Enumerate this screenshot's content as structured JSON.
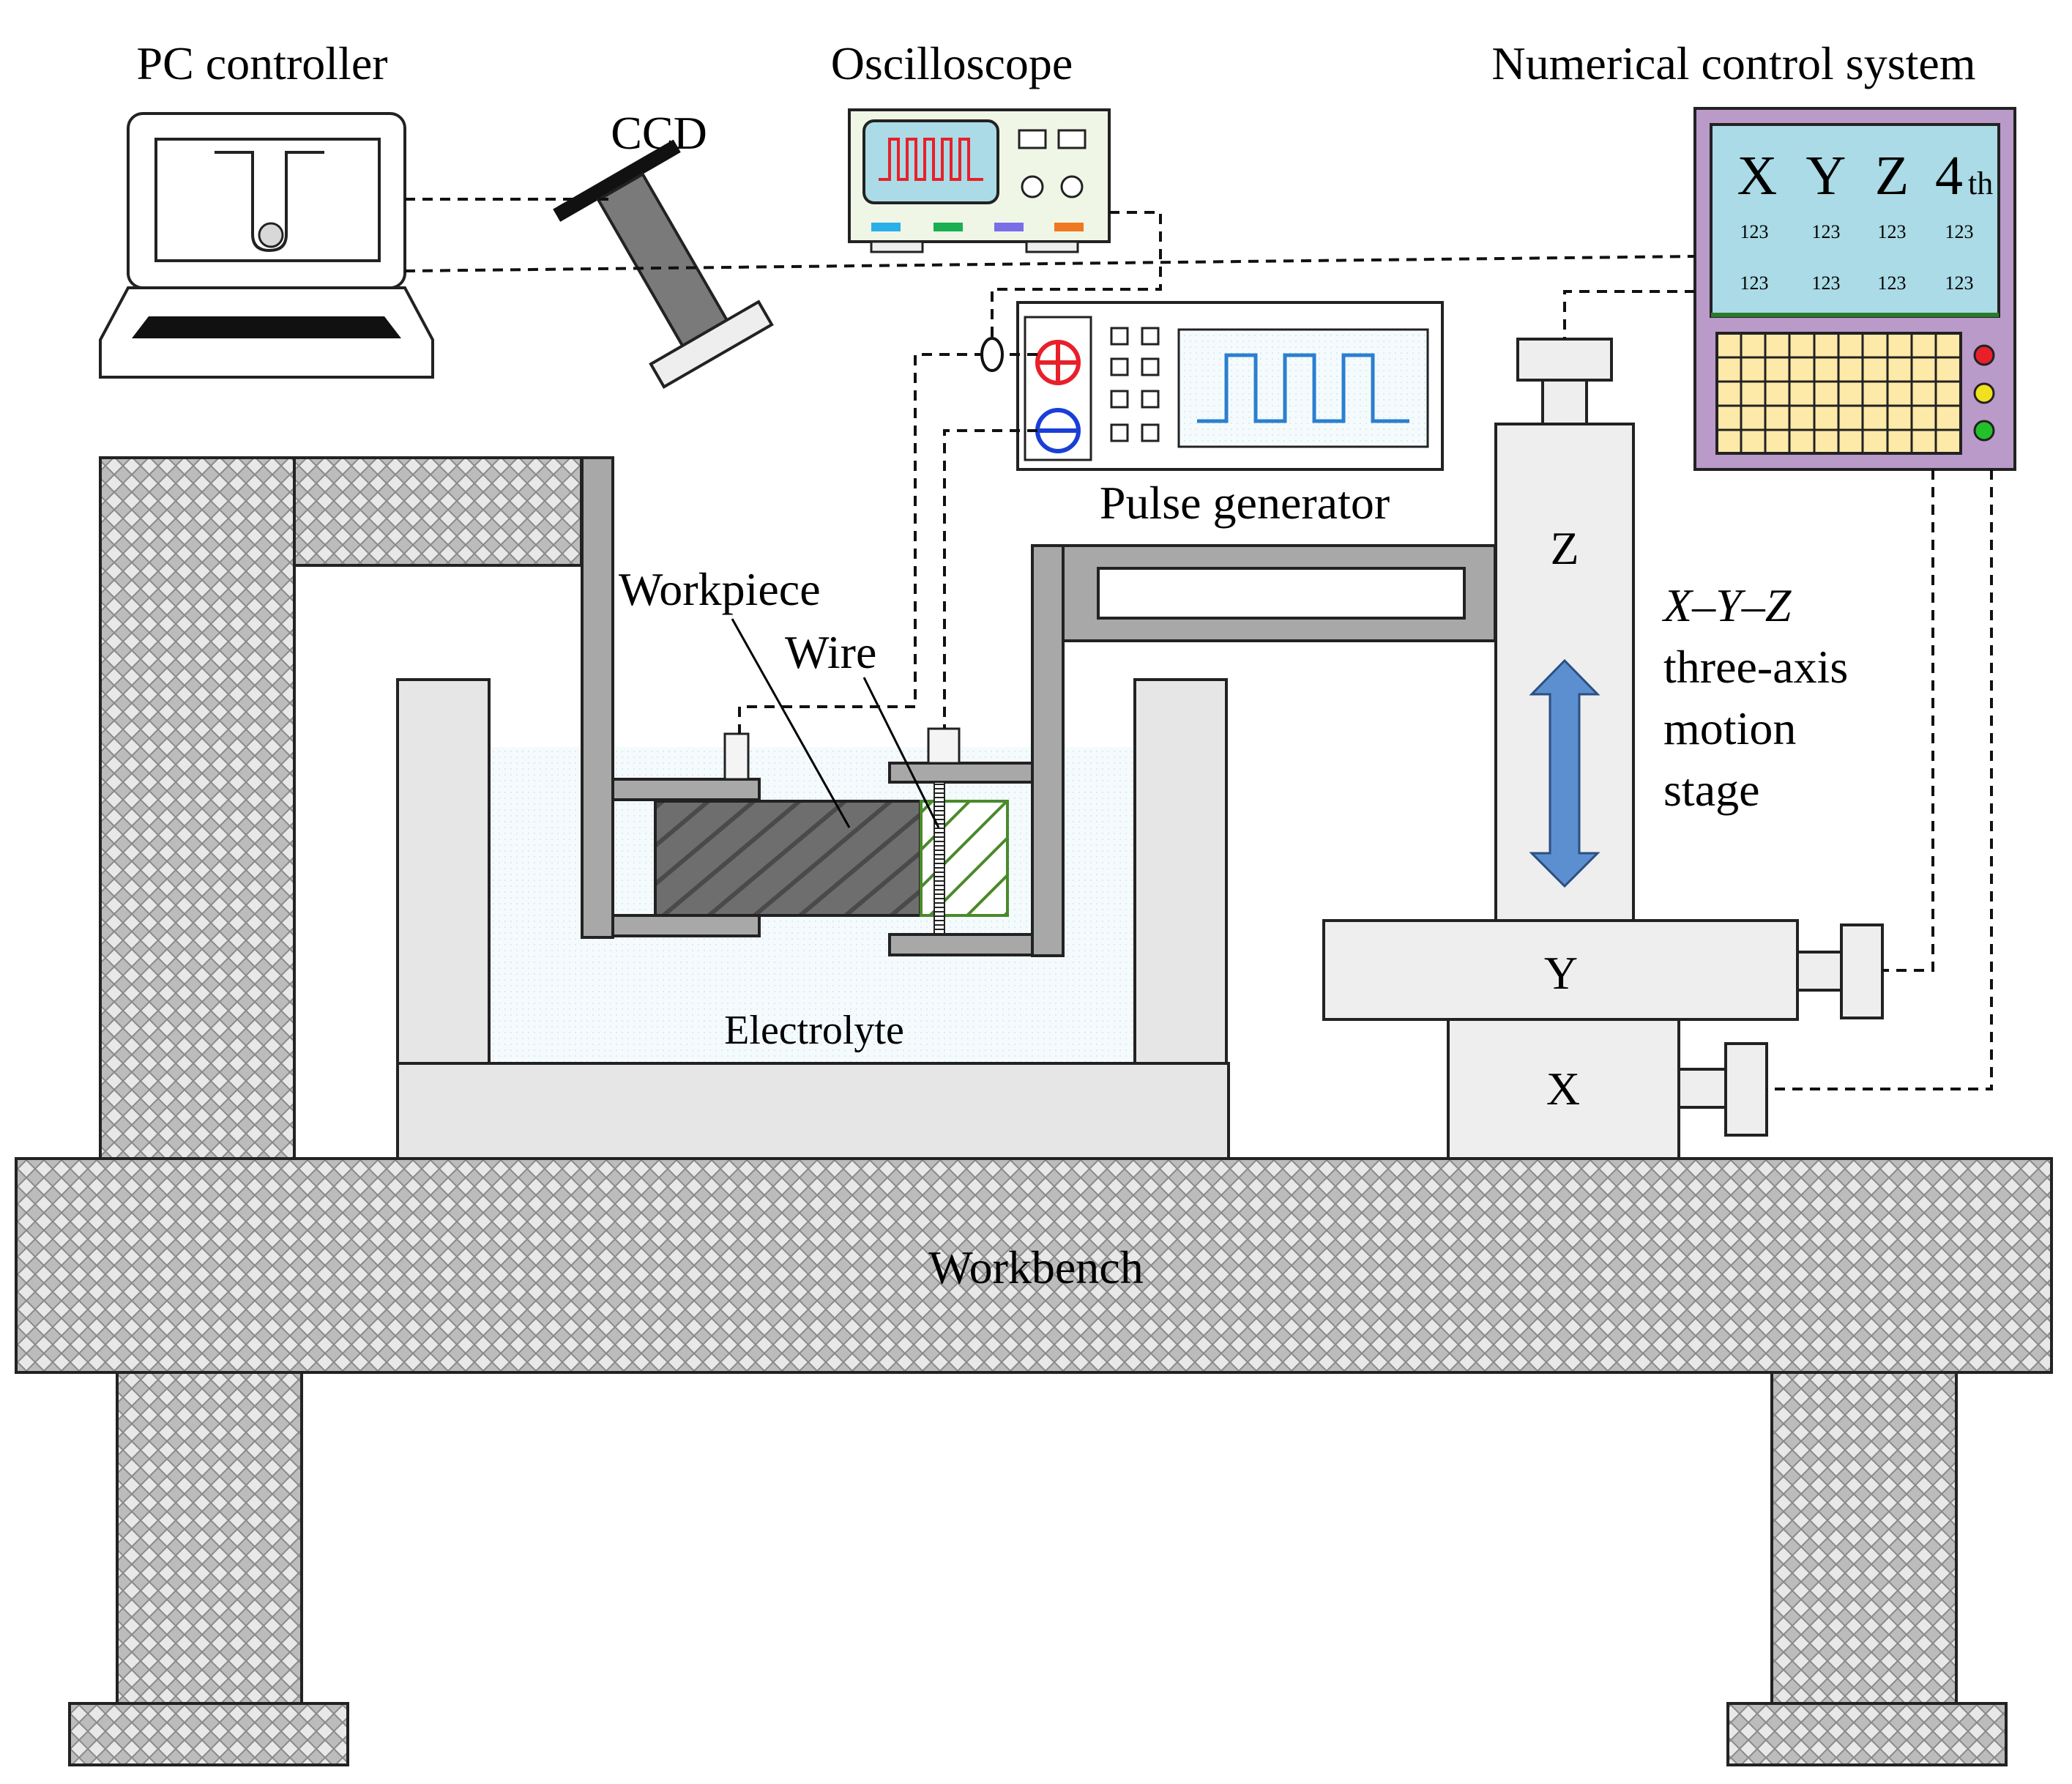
{
  "labels": {
    "pc_controller": "PC controller",
    "ccd": "CCD",
    "oscilloscope": "Oscilloscope",
    "numerical_control_system": "Numerical control system",
    "pulse_generator": "Pulse generator",
    "workpiece": "Workpiece",
    "wire": "Wire",
    "electrolyte": "Electrolyte",
    "workbench": "Workbench",
    "stage_axes": "X–Y–Z",
    "stage_line1": "three-axis",
    "stage_line2": "motion",
    "stage_line3": "stage",
    "axis_z": "Z",
    "axis_y": "Y",
    "axis_x": "X"
  },
  "nc_screen": {
    "axes": [
      "X",
      "Y",
      "Z",
      "4"
    ],
    "fourth_suffix": "th",
    "readout": "123"
  },
  "pulse_generator": {
    "positive_symbol": "plus-circle-icon",
    "negative_symbol": "minus-circle-icon"
  },
  "colors": {
    "screen": "#aadbe6",
    "nc_body": "#b99ac9",
    "keypad": "#fde9a8",
    "positive": "#e8202a",
    "negative": "#1a3fd6",
    "arrow": "#5b8fd0",
    "osc_wave": "#e8202a",
    "pulse_wave": "#2a7fd0",
    "light_red": "#e8202a",
    "light_yellow": "#f0e020",
    "light_green": "#22c02a"
  }
}
